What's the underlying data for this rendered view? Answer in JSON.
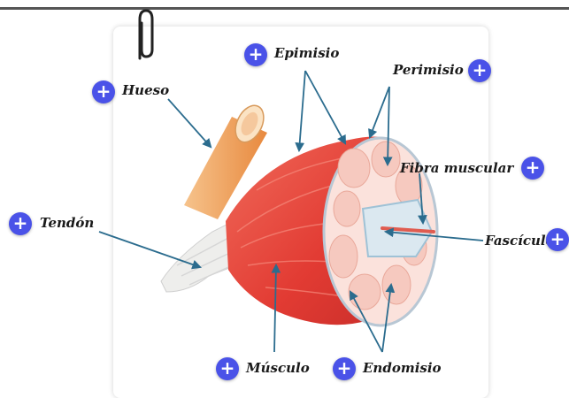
{
  "labels": {
    "hueso": "Hueso",
    "epimisio": "Epimisio",
    "perimisio": "Perimisio",
    "fibra_muscular": "Fibra muscular",
    "tendon": "Tendón",
    "fasciculo": "Fascículo",
    "musculo": "Músculo",
    "endomisio": "Endomisio"
  },
  "hotspot_symbol": "+",
  "colors": {
    "hotspot": "#4a52e8",
    "muscle": "#e8463c",
    "bone": "#f1a866",
    "leader_line": "#2b6c8e"
  }
}
